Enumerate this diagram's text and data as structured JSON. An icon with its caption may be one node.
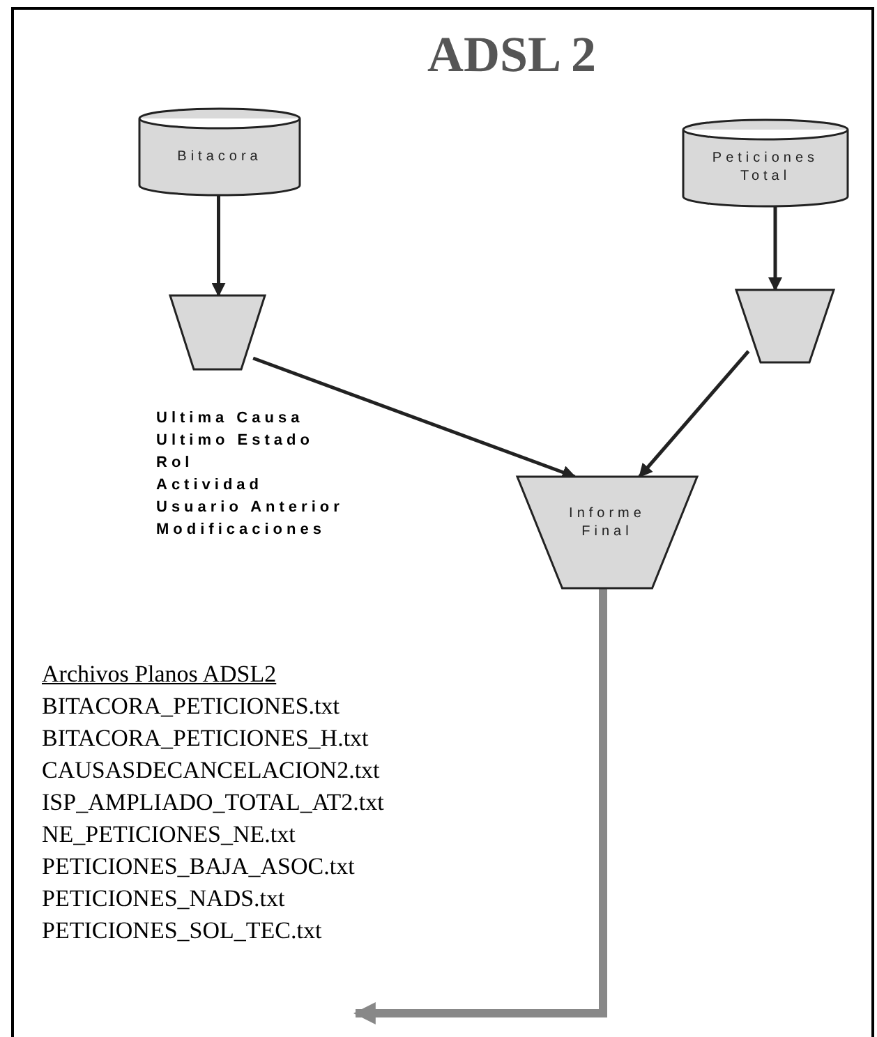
{
  "diagram": {
    "title": "ADSL 2",
    "nodes": [
      {
        "text": [
          "Bitacora"
        ]
      },
      {
        "text": [
          "Peticiones Total"
        ]
      },
      {
        "text": [],
        "shape": "trapezoid"
      },
      {
        "text": [],
        "shape": "trapezoid"
      },
      {
        "text": [
          "Informe Final"
        ]
      }
    ],
    "edges": [
      {
        "from": 0,
        "to": 2,
        "arrow": "to"
      },
      {
        "from": 1,
        "to": 3,
        "arrow": "to"
      },
      {
        "from": 2,
        "to": 4,
        "arrow": "to"
      },
      {
        "from": 3,
        "to": 4,
        "arrow": "to"
      },
      {
        "from": 4,
        "to": null,
        "arrow": "to",
        "style": "thick",
        "color": "#888888"
      }
    ],
    "labels": [
      "Ultima Causa",
      "Ultimo Estado",
      "Rol",
      "Actividad",
      "Usuario Anterior",
      "Modificaciones",
      "Archivos Planos  ADSL2",
      "BITACORA_PETICIONES.txt",
      "BITACORA_PETICIONES_H.txt",
      "CAUSASDECANCELACION2.txt",
      "ISP_AMPLIADO_TOTAL_AT2.txt",
      "NE_PETICIONES_NE.txt",
      "PETICIONES_BAJA_ASOC.txt",
      "PETICIONES_NADS.txt",
      "PETICIONES_SOL_TEC.txt"
    ]
  }
}
